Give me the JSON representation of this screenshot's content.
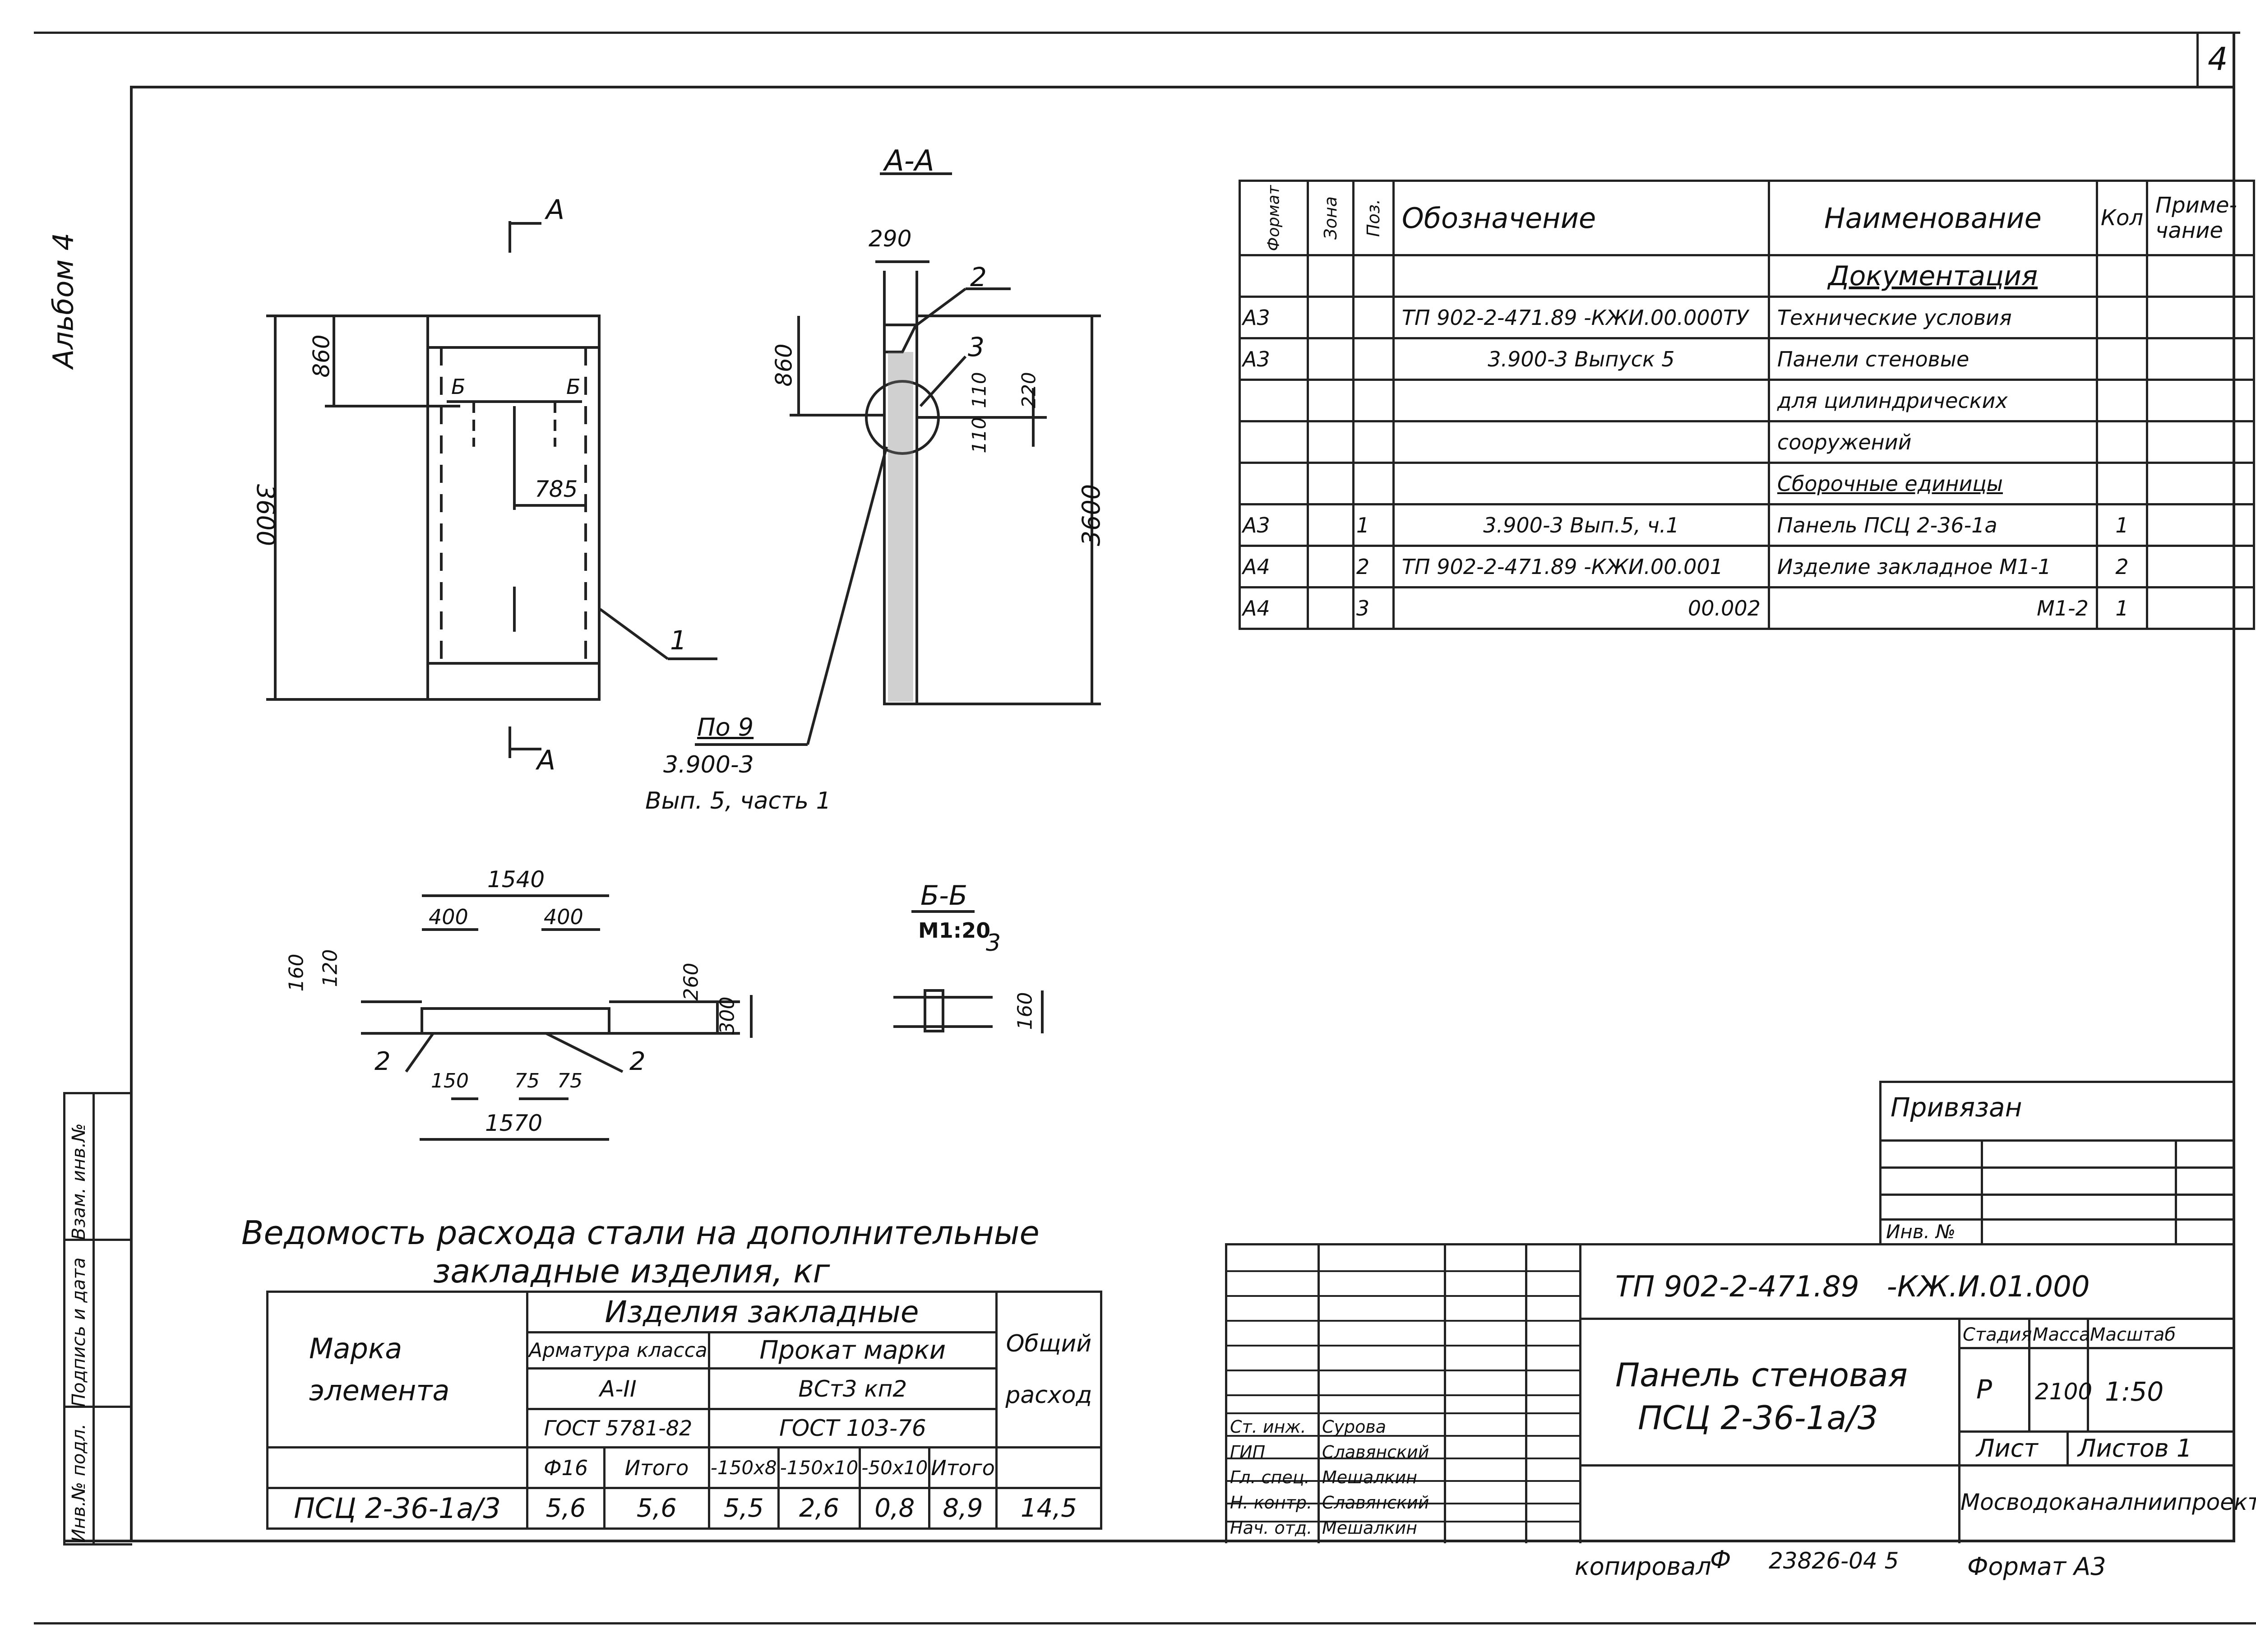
{
  "sheet": {
    "number": "4",
    "album": "Альбом 4",
    "side_labels": [
      "Инв.№ подл.",
      "Подпись и дата",
      "Взам. инв.№"
    ]
  },
  "drawing": {
    "section_aa_title": "А-А",
    "section_bb_title": "Б-Б",
    "section_bb_scale": "М1:20",
    "section_marker": "А",
    "section_marker_b": "Б",
    "dims_front": {
      "height": "3600",
      "top": "860",
      "offset": "785"
    },
    "dims_section": {
      "d290": "290",
      "d860": "860",
      "d110a": "110",
      "d220": "220",
      "d110b": "110",
      "d3600": "3600"
    },
    "dims_plan": {
      "d1540": "1540",
      "d400a": "400",
      "d400b": "400",
      "d160": "160",
      "d120": "120",
      "d260": "260",
      "d300": "300",
      "d150": "150",
      "d75a": "75",
      "d75b": "75",
      "d1570": "1570"
    },
    "dims_bb": {
      "d160": "160"
    },
    "leaders": {
      "p1": "1",
      "p2": "2",
      "p3": "3"
    },
    "note": [
      "По 9",
      "3.900-3",
      "Вып. 5, часть 1"
    ]
  },
  "spec_table": {
    "headers": {
      "format": "Формат",
      "zone": "Зона",
      "pos": "Поз.",
      "designation": "Обозначение",
      "name": "Наименование",
      "qty": "Кол",
      "note": "Приме-\nчание"
    },
    "rows": [
      {
        "format": "",
        "zone": "",
        "pos": "",
        "designation": "",
        "name": "Документация",
        "qty": "",
        "note": ""
      },
      {
        "format": "А3",
        "zone": "",
        "pos": "",
        "designation": "ТП 902-2-471.89 -КЖИ.00.000ТУ",
        "name": "Технические условия",
        "qty": "",
        "note": ""
      },
      {
        "format": "А3",
        "zone": "",
        "pos": "",
        "designation": "3.900-3 Выпуск 5",
        "name": "Панели стеновые",
        "qty": "",
        "note": ""
      },
      {
        "format": "",
        "zone": "",
        "pos": "",
        "designation": "",
        "name": "для цилиндрических",
        "qty": "",
        "note": ""
      },
      {
        "format": "",
        "zone": "",
        "pos": "",
        "designation": "",
        "name": "сооружений",
        "qty": "",
        "note": ""
      },
      {
        "format": "",
        "zone": "",
        "pos": "",
        "designation": "",
        "name": "Сборочные единицы",
        "qty": "",
        "note": ""
      },
      {
        "format": "А3",
        "zone": "",
        "pos": "1",
        "designation": "3.900-3 Вып.5, ч.1",
        "name": "Панель ПСЦ 2-36-1а",
        "qty": "1",
        "note": ""
      },
      {
        "format": "А4",
        "zone": "",
        "pos": "2",
        "designation": "ТП 902-2-471.89 -КЖИ.00.001",
        "name": "Изделие закладное М1-1",
        "qty": "2",
        "note": ""
      },
      {
        "format": "А4",
        "zone": "",
        "pos": "3",
        "designation": "00.002",
        "name": "М1-2",
        "qty": "1",
        "note": ""
      }
    ]
  },
  "steel": {
    "title_line1": "Ведомость расхода стали на дополнительные",
    "title_line2": "закладные изделия, кг",
    "h_element": [
      "Марка",
      "элемента"
    ],
    "h_group": "Изделия закладные",
    "h_arm": "Арматура класса",
    "h_arm_class": "А-II",
    "h_arm_gost": "ГОСТ 5781-82",
    "h_rolled": "Прокат марки",
    "h_rolled_grade": "ВСт3 кп2",
    "h_rolled_gost": "ГОСТ 103-76",
    "h_total": [
      "Общий",
      "расход"
    ],
    "cols": [
      "Ф16",
      "Итого",
      "-150х8",
      "-150х10",
      "-50х10",
      "Итого"
    ],
    "row": {
      "mark": "ПСЦ 2-36-1а/3",
      "values": [
        "5,6",
        "5,6",
        "5,5",
        "2,6",
        "0,8",
        "8,9"
      ],
      "total": "14,5"
    }
  },
  "bound": {
    "label": "Привязан",
    "inv": "Инв. №"
  },
  "title_block": {
    "code": "ТП 902-2-471.89   -КЖ.И.01.000",
    "name_line1": "Панель стеновая",
    "name_line2": "ПСЦ 2-36-1а/3",
    "stage_h": "Стадия",
    "mass_h": "Масса",
    "scale_h": "Масштаб",
    "stage": "Р",
    "mass": "2100",
    "scale": "1:50",
    "sheet_h": "Лист",
    "sheets_h": "Листов 1",
    "org": "Мосводоканалниипроект",
    "signers": [
      {
        "role": "Ст. инж.",
        "name": "Сурова"
      },
      {
        "role": "ГИП",
        "name": "Славянский"
      },
      {
        "role": "Гл. спец.",
        "name": "Мешалкин"
      },
      {
        "role": "Н. контр.",
        "name": "Славянский"
      },
      {
        "role": "Нач. отд.",
        "name": "Мешалкин"
      }
    ]
  },
  "footer": {
    "copied": "копировал",
    "order": "23826-04 5",
    "format": "Формат А3"
  }
}
